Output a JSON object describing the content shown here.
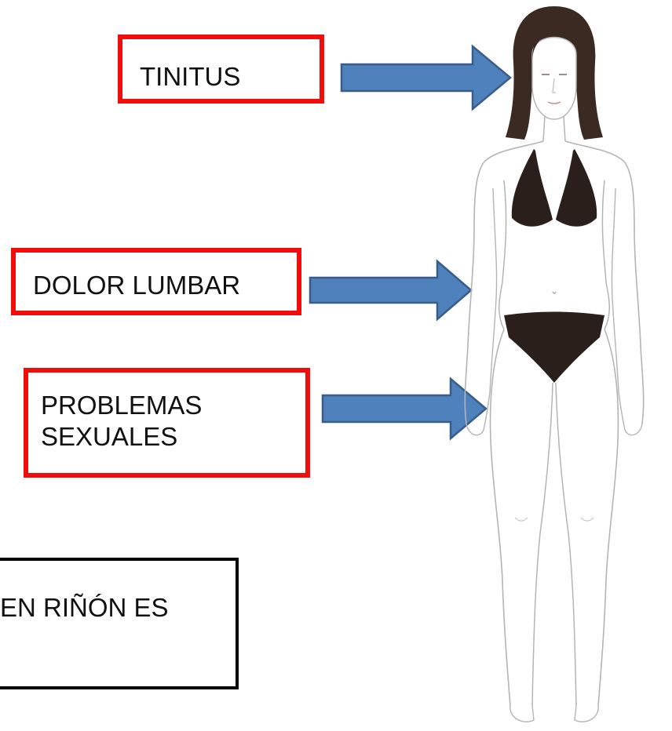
{
  "labels": {
    "tinitus": "TINITUS",
    "dolor_lumbar": "DOLOR LUMBAR",
    "problemas_line1": "PROBLEMAS",
    "problemas_line2": "SEXUALES",
    "rinon": "EN RIÑÓN ES"
  },
  "colors": {
    "label_border": "#f20d0d",
    "arrow_fill": "#4f81bd",
    "arrow_stroke": "#385d8a",
    "figure_outline": "#b4b4b4",
    "swimwear": "#2b1f1c",
    "hair": "#3a2a22"
  },
  "icons": {
    "arrow": "right-arrow-icon",
    "figure": "female-body-outline"
  }
}
